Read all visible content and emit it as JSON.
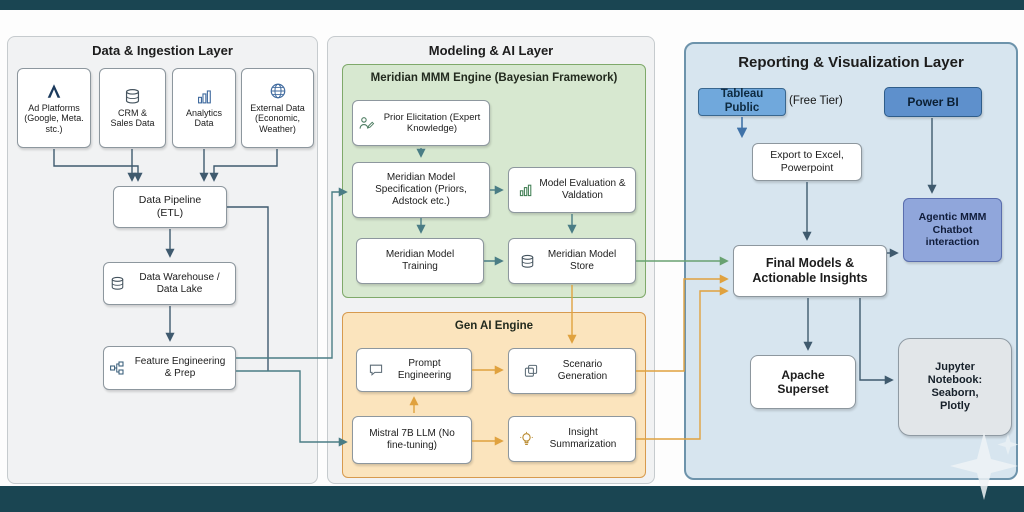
{
  "layers": {
    "ingestion": {
      "title": "Data & Ingestion Layer",
      "sources": [
        {
          "label": "Ad Platforms (Google, Meta. stc.)",
          "icon": "a-logo-icon"
        },
        {
          "label": "CRM & Sales Data",
          "icon": "database-icon"
        },
        {
          "label": "Analytics Data",
          "icon": "bar-chart-icon"
        },
        {
          "label": "External Data (Economic, Weather)",
          "icon": "globe-icon"
        }
      ],
      "pipeline_label": "Data Pipeline (ETL)",
      "warehouse_label": "Data Warehouse / Data Lake",
      "feature_label": "Feature Engineering & Prep"
    },
    "modeling": {
      "title": "Modeling & AI Layer",
      "meridian": {
        "title": "Meridian MMM Engine (Bayesian Framework)",
        "prior_label": "Prior Elicitation (Expert Knowledge)",
        "spec_label": "Meridian Model Specification (Priors, Adstock etc.)",
        "eval_label": "Model Evaluation & Valdation",
        "training_label": "Meridian Model Training",
        "store_label": "Meridian Model Store"
      },
      "genai": {
        "title": "Gen AI Engine",
        "prompt_label": "Prompt Engineering",
        "scenario_label": "Scenario Generation",
        "mistral_label": "Mistral 7B LLM (No fine-tuning)",
        "insight_label": "Insight Summarization"
      }
    },
    "reporting": {
      "title": "Reporting & Visualization Layer",
      "tableau_label": "Tableau Public",
      "free_tier_label": "(Free Tier)",
      "powerbi_label": "Power BI",
      "export_label": "Export to Excel, Powerpoint",
      "chatbot_label": "Agentic MMM Chatbot interaction",
      "final_label": "Final Models & Actionable Insights",
      "superset_label": "Apache Superset",
      "jupyter_label": "Jupyter Notebook: Seaborn, Plotly"
    }
  },
  "colors": {
    "top_bottom_bar": "#1a4552",
    "panel_bg": "#f1f2f3",
    "reporting_panel_bg": "#d7e5ef",
    "meridian_box_bg": "#d7e8d0",
    "meridian_box_border": "#7fa96a",
    "genai_box_bg": "#fbe4bd",
    "genai_box_border": "#d79a4e",
    "tableau_bg": "#70a8dc",
    "powerbi_bg": "#5e90cc",
    "chatbot_bg": "#90a6db",
    "jupyter_bg": "#e2e6e9",
    "arrow_slate": "#3f5a6e",
    "arrow_teal": "#4a7d85",
    "arrow_green": "#69a271",
    "arrow_orange": "#e0a23f",
    "arrow_blue": "#3f72a8"
  }
}
